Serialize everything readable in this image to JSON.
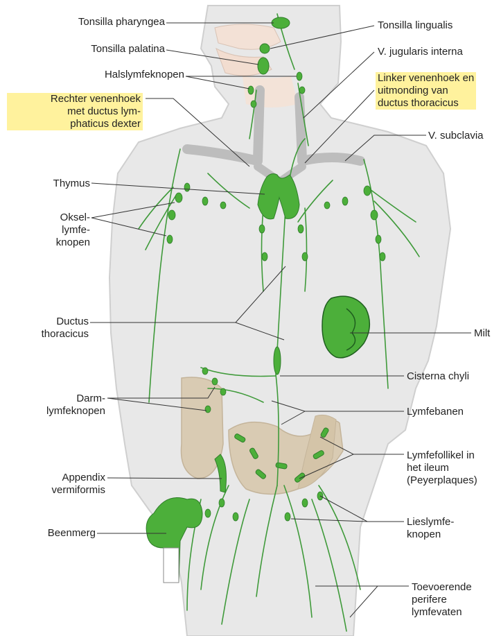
{
  "colors": {
    "skin": "#e6e6e6",
    "outline": "#c8c8c8",
    "lymph_green": "#3f9a3a",
    "node_green": "#4caf3a",
    "vein_gray": "#bdbdbd",
    "gut_tan": "#d9cbb3",
    "highlight": "#fff08c",
    "leader": "#333333"
  },
  "labels": {
    "tonsilla_pharyngea": "Tonsilla pharyngea",
    "tonsilla_palatina": "Tonsilla palatina",
    "halslymfeknopen": "Halslymfeknopen",
    "rechter_venenhoek": [
      "Rechter venenhoek",
      "met ductus lym-",
      "phaticus dexter"
    ],
    "thymus": "Thymus",
    "okselymfeknopen": [
      "Oksel-",
      "lymfe-",
      "knopen"
    ],
    "ductus_thoracicus": [
      "Ductus",
      "thoracicus"
    ],
    "darmlymfeknopen": [
      "Darm-",
      "lymfeknopen"
    ],
    "appendix": [
      "Appendix",
      "vermiformis"
    ],
    "beenmerg": "Beenmerg",
    "tonsilla_lingualis": "Tonsilla lingualis",
    "v_jugularis": "V. jugularis interna",
    "linker_venenhoek": [
      "Linker venenhoek en",
      "uitmonding van",
      "ductus thoracicus"
    ],
    "v_subclavia": "V. subclavia",
    "milt": "Milt",
    "cisterna_chyli": "Cisterna chyli",
    "lymfebanen": "Lymfebanen",
    "lymfefollikel": [
      "Lymfefollikel in",
      "het ileum",
      "(Peyerplaques)"
    ],
    "lieslymfeknopen": [
      "Lieslymfe-",
      "knopen"
    ],
    "toevoerende": [
      "Toevoerende",
      "perifere",
      "lymfevaten"
    ]
  }
}
